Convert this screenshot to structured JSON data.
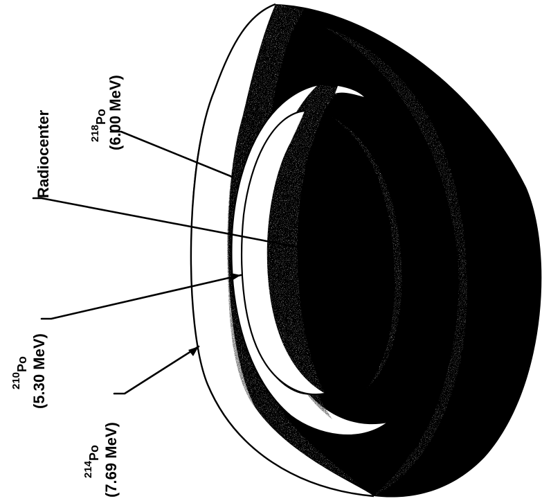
{
  "diagram": {
    "labels": {
      "po218": {
        "mass": "218",
        "symbol": "Po",
        "energy": "(6.00 MeV)"
      },
      "radiocenter": "Radiocenter",
      "po210": {
        "mass": "210",
        "symbol": "Po",
        "energy": "(5.30 MeV)"
      },
      "po214": {
        "mass": "214",
        "symbol": "Po",
        "energy": "(7.69 MeV)"
      }
    }
  }
}
